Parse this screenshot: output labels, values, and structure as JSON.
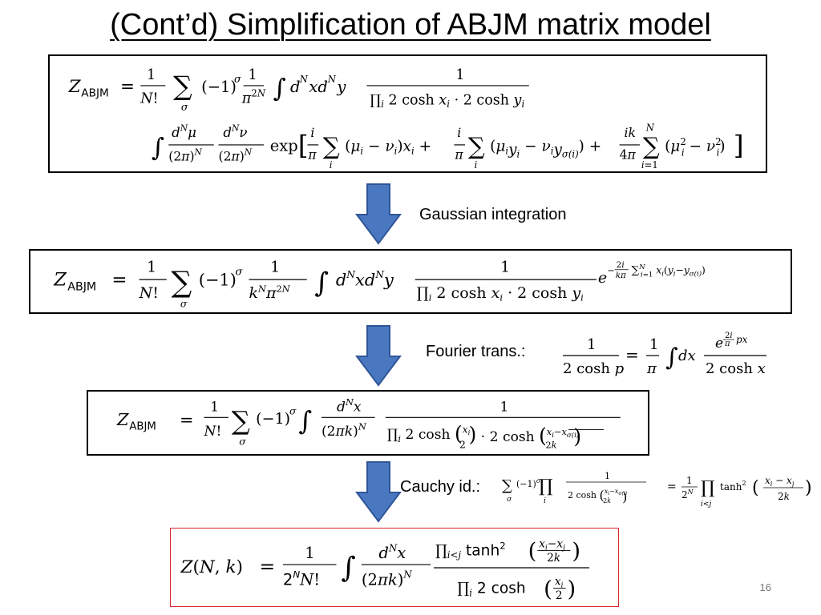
{
  "slide": {
    "title": "(Cont’d) Simplification of ABJM matrix model",
    "page_number": "16"
  },
  "steps": {
    "gaussian": "Gaussian integration",
    "fourier": "Fourier trans.:",
    "cauchy": "Cauchy id.:"
  },
  "colors": {
    "arrow_fill": "#4a78c0",
    "arrow_stroke": "#2f5597",
    "final_box": "#d9262c"
  }
}
